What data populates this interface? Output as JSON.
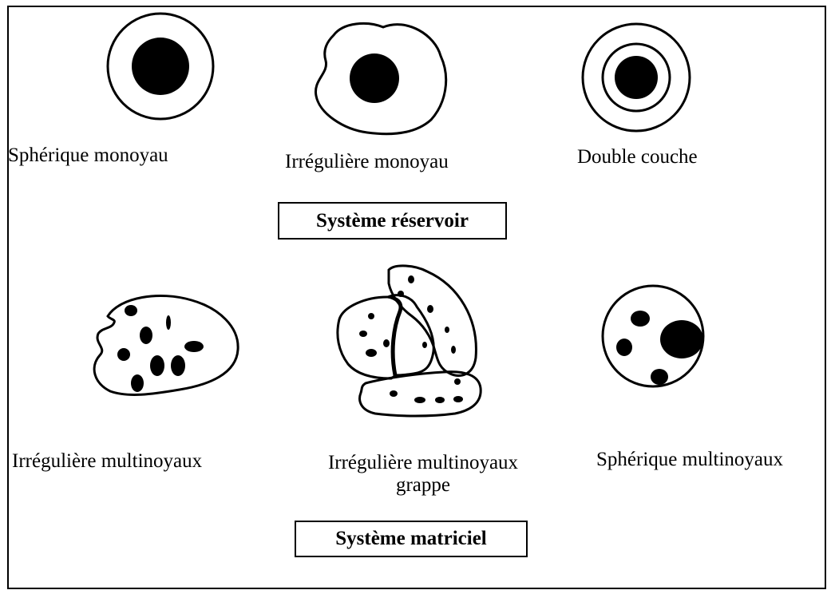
{
  "reservoir": {
    "title": "Système réservoir",
    "items": [
      {
        "label": "Sphérique monoyau"
      },
      {
        "label": "Irrégulière monoyau"
      },
      {
        "label": "Double couche"
      }
    ]
  },
  "matrix": {
    "title": "Système matriciel",
    "items": [
      {
        "label": "Irrégulière multinoyaux"
      },
      {
        "label_line1": "Irrégulière multinoyaux",
        "label_line2": "grappe"
      },
      {
        "label": "Sphérique multinoyaux"
      }
    ]
  },
  "colors": {
    "stroke": "#000000",
    "core": "#000000",
    "background": "#ffffff"
  }
}
